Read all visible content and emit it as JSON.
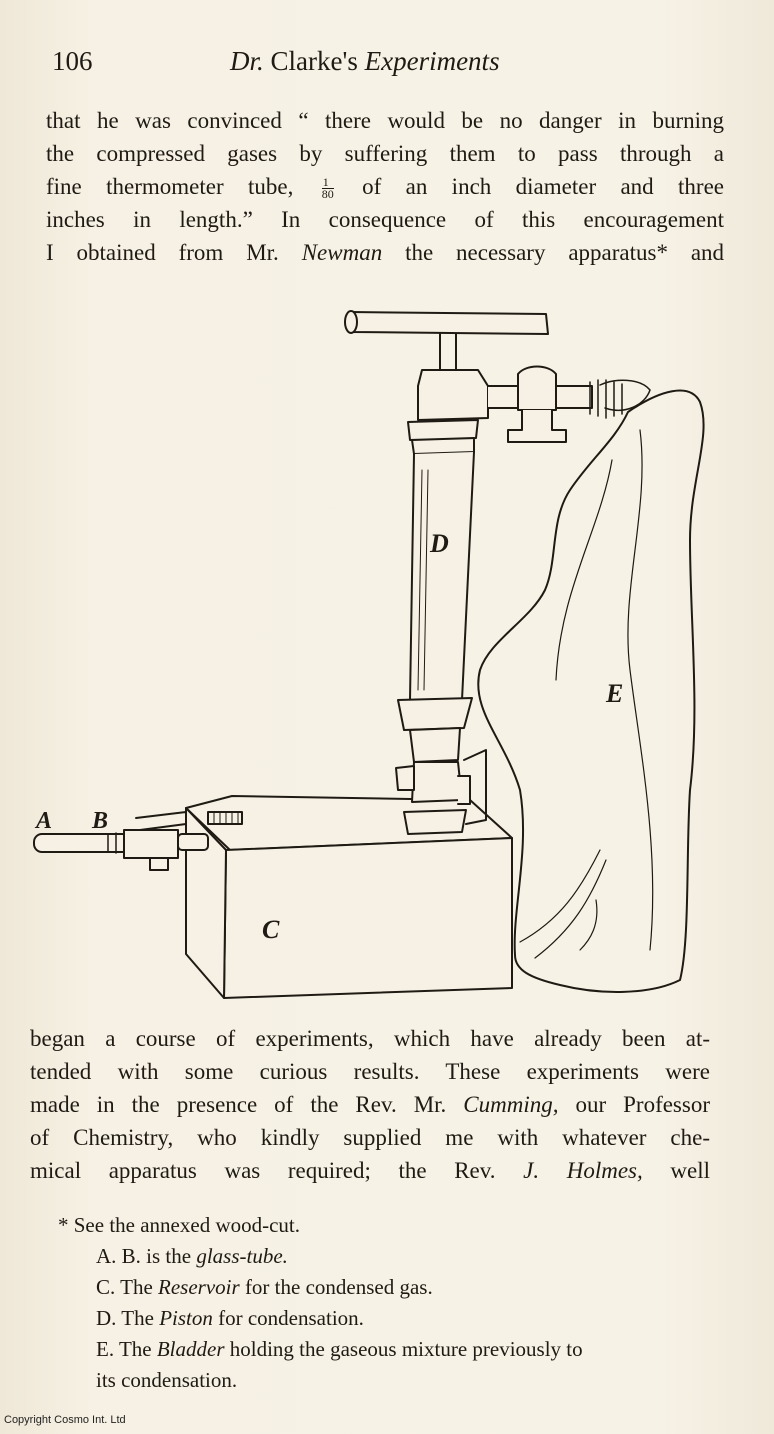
{
  "header": {
    "page_number": "106",
    "running_head_prefix": "Dr.",
    "running_head_name": "Clarke's",
    "running_head_suffix": "Experiments"
  },
  "top_paragraph": {
    "line1": "that he was convinced “ there would be no danger in burning",
    "line2": "the compressed gases by suffering them to pass through a",
    "line3_before": "fine thermometer tube,",
    "fraction_num": "1",
    "fraction_den": "80",
    "line3_after": "of an inch diameter and three",
    "line4": "inches in length.” In consequence of this encouragement",
    "line5_before": "I obtained from Mr.",
    "line5_name": "Newman",
    "line5_after": "the necessary apparatus* and"
  },
  "figure": {
    "label_a": "A",
    "label_b": "B",
    "label_c": "C",
    "label_d": "D",
    "label_e": "E"
  },
  "bottom_paragraph": {
    "line1": "began a course of experiments, which have already been at-",
    "line2": "tended with some curious results. These experiments were",
    "line3_before": "made in the presence of the Rev. Mr.",
    "line3_name": "Cumming,",
    "line3_after": "our Professor",
    "line4": "of Chemistry, who kindly supplied me with whatever che-",
    "line5_before": "mical apparatus was required; the Rev.",
    "line5_name": "J. Holmes,",
    "line5_after": "well"
  },
  "footnotes": {
    "intro": "* See the annexed wood-cut.",
    "ab_prefix": "A. B. is the",
    "ab_italic": "glass-tube.",
    "c_prefix": "C. The",
    "c_italic": "Reservoir",
    "c_suffix": "for the condensed gas.",
    "d_prefix": "D. The",
    "d_italic": "Piston",
    "d_suffix": "for condensation.",
    "e_prefix": "E. The",
    "e_italic": "Bladder",
    "e_suffix": "holding the gaseous mixture previously to",
    "e_cont": "its condensation."
  },
  "copyright": "Copyright Cosmo Int. Ltd"
}
